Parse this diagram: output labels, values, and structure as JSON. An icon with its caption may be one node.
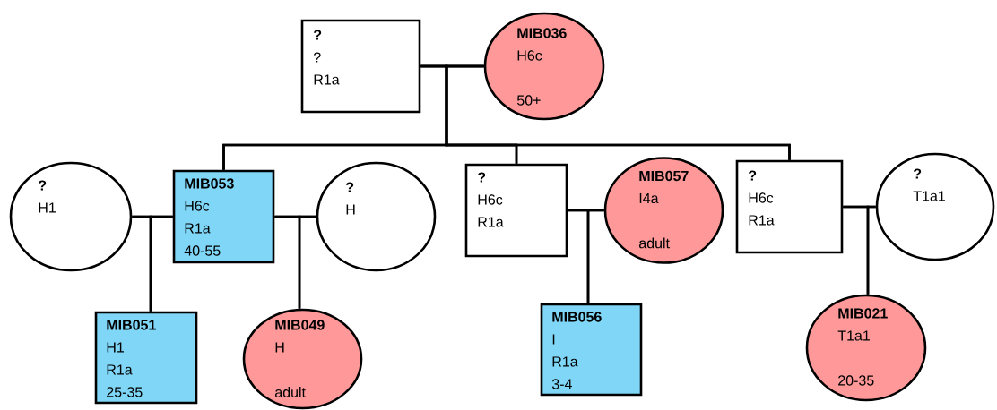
{
  "diagram": {
    "nodes": [
      {
        "text": [
          "?",
          "?",
          "R1a"
        ]
      },
      {
        "text": [
          "MIB036",
          "H6c",
          "50+"
        ]
      },
      {
        "text": [
          "?",
          "H1"
        ]
      },
      {
        "text": [
          "MIB053",
          "H6c",
          "R1a",
          "40-55"
        ]
      },
      {
        "text": [
          "?",
          "H"
        ]
      },
      {
        "text": [
          "?",
          "H6c",
          "R1a"
        ]
      },
      {
        "text": [
          "MIB057",
          "I4a",
          "adult"
        ]
      },
      {
        "text": [
          "?",
          "H6c",
          "R1a"
        ]
      },
      {
        "text": [
          "?",
          "T1a1"
        ]
      },
      {
        "text": [
          "MIB051",
          "H1",
          "R1a",
          "25-35"
        ]
      },
      {
        "text": [
          "MIB049",
          "H",
          "adult"
        ]
      },
      {
        "text": [
          "MIB056",
          "I",
          "R1a",
          "3-4"
        ]
      },
      {
        "text": [
          "MIB021",
          "T1a1",
          "20-35"
        ]
      }
    ],
    "edges": [
      {
        "from": 0,
        "to": 1,
        "arrow": "none"
      },
      {
        "from": 0,
        "to": 3,
        "arrow": "none"
      },
      {
        "from": 1,
        "to": 3,
        "arrow": "none"
      },
      {
        "from": 0,
        "to": 5,
        "arrow": "none"
      },
      {
        "from": 1,
        "to": 5,
        "arrow": "none"
      },
      {
        "from": 0,
        "to": 7,
        "arrow": "none"
      },
      {
        "from": 1,
        "to": 7,
        "arrow": "none"
      },
      {
        "from": 2,
        "to": 3,
        "arrow": "none"
      },
      {
        "from": 2,
        "to": 9,
        "arrow": "none"
      },
      {
        "from": 3,
        "to": 9,
        "arrow": "none"
      },
      {
        "from": 3,
        "to": 4,
        "arrow": "none"
      },
      {
        "from": 3,
        "to": 10,
        "arrow": "none"
      },
      {
        "from": 4,
        "to": 10,
        "arrow": "none"
      },
      {
        "from": 5,
        "to": 6,
        "arrow": "none"
      },
      {
        "from": 5,
        "to": 11,
        "arrow": "none"
      },
      {
        "from": 6,
        "to": 11,
        "arrow": "none"
      },
      {
        "from": 7,
        "to": 8,
        "arrow": "none"
      },
      {
        "from": 7,
        "to": 12,
        "arrow": "none"
      },
      {
        "from": 8,
        "to": 12,
        "arrow": "none"
      }
    ]
  }
}
